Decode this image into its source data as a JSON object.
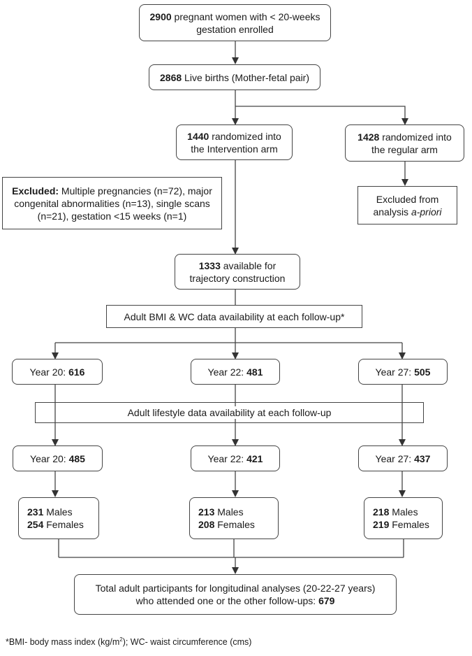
{
  "nodes": {
    "enrolled": {
      "num": "2900",
      "line1": " pregnant women with < 20-weeks",
      "line2": "gestation enrolled"
    },
    "live_births": {
      "num": "2868",
      "text": " Live births (Mother-fetal pair)"
    },
    "intervention": {
      "num": "1440",
      "line1": " randomized into",
      "line2": "the Intervention arm"
    },
    "regular": {
      "num": "1428",
      "line1": " randomized into",
      "line2": "the regular arm"
    },
    "excluded_priori": {
      "line1": "Excluded from",
      "line2": "analysis ",
      "italic": "a-priori"
    },
    "excluded": {
      "label": "Excluded:",
      "line1": " Multiple pregnancies (n=72), major",
      "line2": "congenital abnormalities (n=13), single scans",
      "line3": "(n=21), gestation <15 weeks (n=1)"
    },
    "available": {
      "num": "1333",
      "line1": " available for",
      "line2": "trajectory construction"
    },
    "bmi_availability": {
      "text": "Adult BMI & WC data availability at each follow-up*"
    },
    "lifestyle_availability": {
      "text": "Adult lifestyle data availability at each follow-up"
    },
    "bmi_followups": [
      {
        "label": "Year 20: ",
        "num": "616"
      },
      {
        "label": "Year 22: ",
        "num": "481"
      },
      {
        "label": "Year 27: ",
        "num": "505"
      }
    ],
    "lifestyle_followups": [
      {
        "label": "Year 20: ",
        "num": "485"
      },
      {
        "label": "Year 22: ",
        "num": "421"
      },
      {
        "label": "Year 27: ",
        "num": "437"
      }
    ],
    "sex_split": [
      {
        "males_num": "231",
        "males": " Males",
        "females_num": "254",
        "females": " Females"
      },
      {
        "males_num": "213",
        "males": " Males",
        "females_num": "208",
        "females": " Females"
      },
      {
        "males_num": "218",
        "males": " Males",
        "females_num": "219",
        "females": " Females"
      }
    ],
    "total": {
      "line1": "Total adult participants for longitudinal analyses (20-22-27 years)",
      "line2": "who attended one or the other follow-ups: ",
      "num": "679"
    }
  },
  "footnote": {
    "pre": "*BMI- body mass index (kg/m",
    "sup": "2",
    "post": "); WC- waist circumference (cms)"
  }
}
